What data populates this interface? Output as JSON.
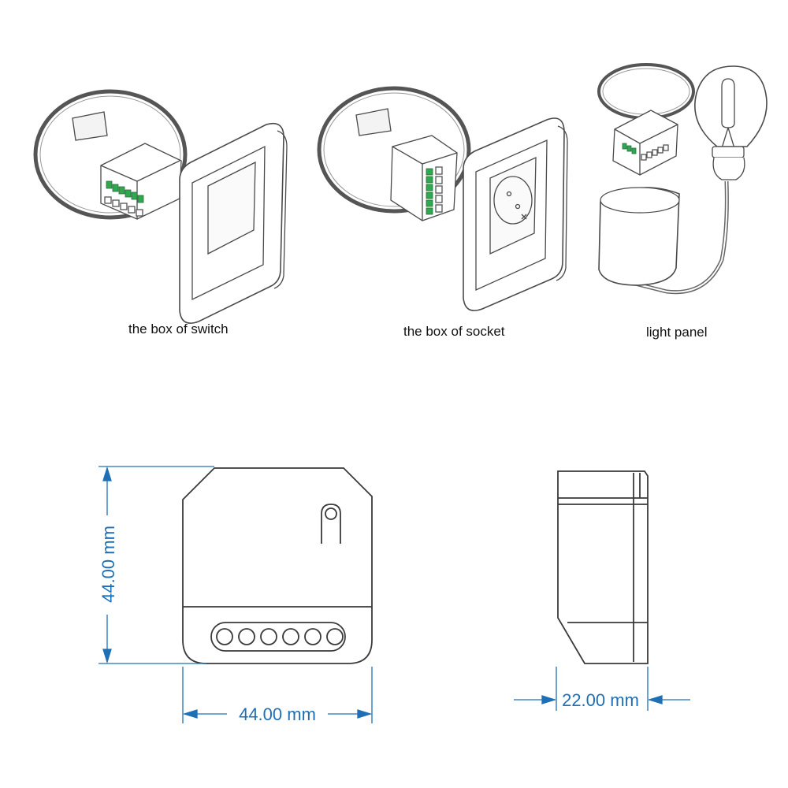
{
  "top_fragment": "",
  "illustrations": [
    {
      "id": "switch",
      "caption": "the box of switch"
    },
    {
      "id": "socket",
      "caption": "the box of socket"
    },
    {
      "id": "light",
      "caption": "light panel"
    }
  ],
  "dimensions": {
    "height": "44.00 mm",
    "width": "44.00 mm",
    "depth": "22.00 mm"
  },
  "colors": {
    "line": "#4a4a4a",
    "dimension": "#1e6fb5",
    "terminal": "#2fa84f"
  }
}
